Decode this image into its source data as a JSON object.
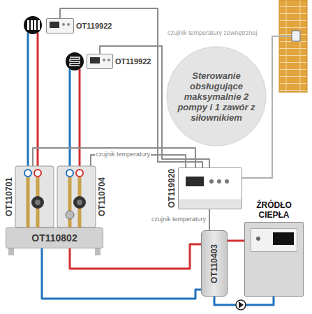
{
  "diagram": {
    "nodes": [
      {
        "text": [
          "OT119922"
        ]
      },
      {
        "text": [
          "OT119922"
        ]
      },
      {
        "text": [
          "Sterowanie obsługujące maksymalnie 2 pompy i 1 zawór z siłownikiem"
        ]
      },
      {
        "text": [
          "OT119920"
        ]
      },
      {
        "text": [
          "OT110701"
        ]
      },
      {
        "text": [
          "OT110704"
        ]
      },
      {
        "text": [
          "OT110802"
        ]
      },
      {
        "text": [
          "ŹRÓDŁO CIEPŁA"
        ]
      },
      {
        "text": [
          "OT110403"
        ]
      }
    ],
    "edges": [
      {
        "from": 0,
        "to": 3,
        "arrow": "none"
      },
      {
        "from": 1,
        "to": 3,
        "arrow": "none"
      },
      {
        "from": 4,
        "to": 3,
        "arrow": "none"
      },
      {
        "from": 5,
        "to": 3,
        "label": "czujnik temperatury",
        "arrow": "none"
      },
      {
        "from": 8,
        "to": 3,
        "label": "czujnik temperatury",
        "arrow": "none"
      },
      {
        "from": 6,
        "to": 8,
        "arrow": "none"
      },
      {
        "from": 6,
        "to": 8,
        "arrow": "none"
      },
      {
        "from": 8,
        "to": 7,
        "arrow": "none"
      },
      {
        "from": 8,
        "to": 7,
        "arrow": "none"
      }
    ],
    "labels": [
      "czujnik temperatury zewnętrznej"
    ]
  }
}
